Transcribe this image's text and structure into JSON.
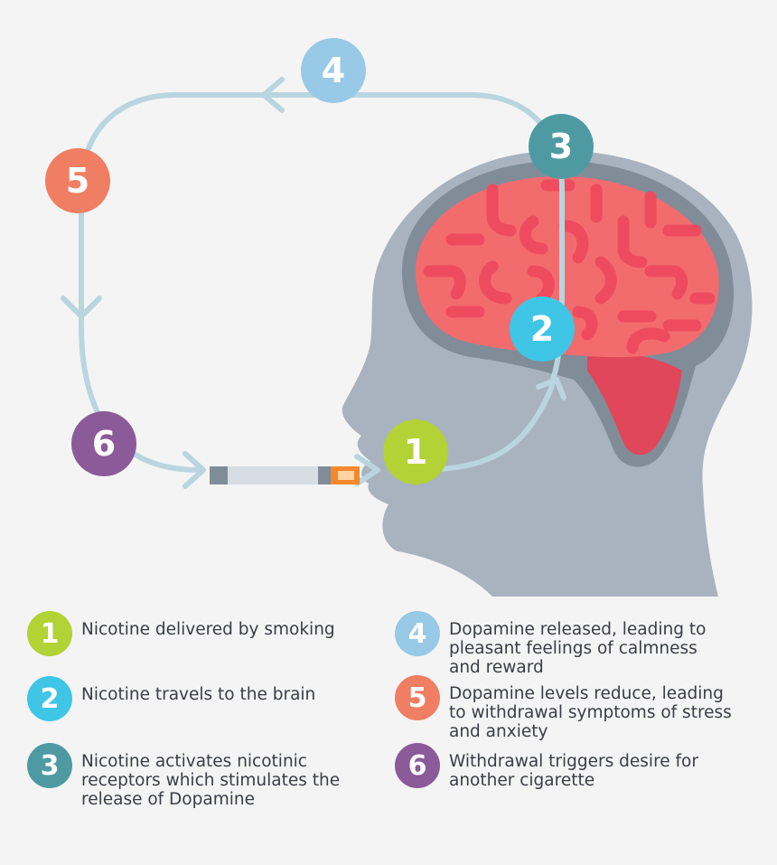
{
  "colors": {
    "step1": "#b2d235",
    "step2": "#3fc6e6",
    "step3": "#4e9aa3",
    "step4": "#98c9e6",
    "step5": "#f07e62",
    "step6": "#8b5a98",
    "loop": "#b9d5e0",
    "head": "#a9b3bf",
    "brain_border": "#818c99",
    "brain": "#f26c6e",
    "brain_folds": "#ef4b5f",
    "cerebellum": "#e1475b"
  },
  "steps": [
    {
      "num": "1",
      "text": "Nicotine delivered by smoking"
    },
    {
      "num": "2",
      "text": "Nicotine travels to the brain"
    },
    {
      "num": "3",
      "text": "Nicotine activates nicotinic\nreceptors which stimulates the\nrelease of Dopamine"
    },
    {
      "num": "4",
      "text": "Dopamine released, leading to\npleasant feelings of calmness\nand reward"
    },
    {
      "num": "5",
      "text": "Dopamine levels reduce, leading\nto withdrawal symptoms of stress\nand anxiety"
    },
    {
      "num": "6",
      "text": "Withdrawal triggers desire for\nanother cigarette"
    }
  ]
}
